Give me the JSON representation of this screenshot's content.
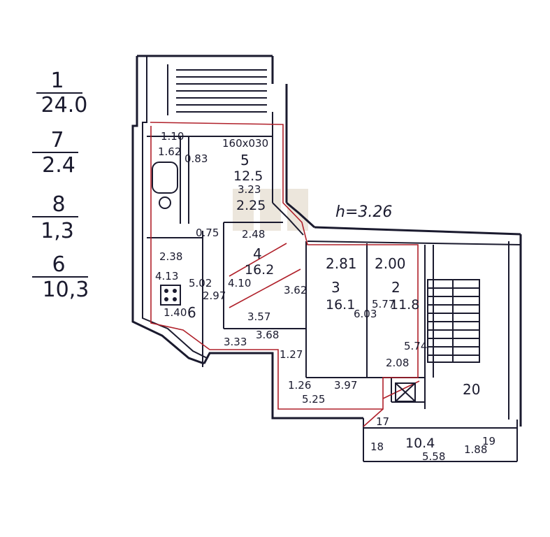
{
  "legend": [
    {
      "room": "1",
      "area": "24.0"
    },
    {
      "room": "7",
      "area": "2.4"
    },
    {
      "room": "8",
      "area": "1,3"
    },
    {
      "room": "6",
      "area": "10,3"
    }
  ],
  "ceiling_height": "h=3.26",
  "rooms": {
    "r5": {
      "num": "5",
      "area": "12.5",
      "dims": [
        "160x030",
        "3.23",
        "2.25",
        "0.83"
      ]
    },
    "r4": {
      "num": "4",
      "area": "16.2",
      "dims": [
        "2.48",
        "4.10",
        "3.57",
        "3.62"
      ]
    },
    "r3": {
      "num": "3",
      "area": "16.1",
      "dims": [
        "2.81",
        "6.03",
        "3.97"
      ]
    },
    "r2": {
      "num": "2",
      "area": "11.8",
      "dims": [
        "2.00",
        "5.77",
        "5.74",
        "2.08"
      ]
    },
    "r6": {
      "num": "6",
      "dims": [
        "1.40",
        "2.38",
        "5.02",
        "4.13"
      ]
    },
    "r_small": {
      "dims": [
        "1.62",
        "1.10",
        "0.75",
        "2.97",
        "1.26"
      ]
    },
    "corridor": {
      "dims": [
        "3.33",
        "3.68",
        "1.27",
        "1.26",
        "5.25"
      ]
    },
    "r20": {
      "num": "20"
    },
    "r18": {
      "num": "18"
    },
    "r10": {
      "num": "10.4",
      "dims": [
        "5.58",
        "1.88"
      ]
    },
    "r17": {
      "num": "17"
    },
    "r19": {
      "num": "19"
    }
  }
}
